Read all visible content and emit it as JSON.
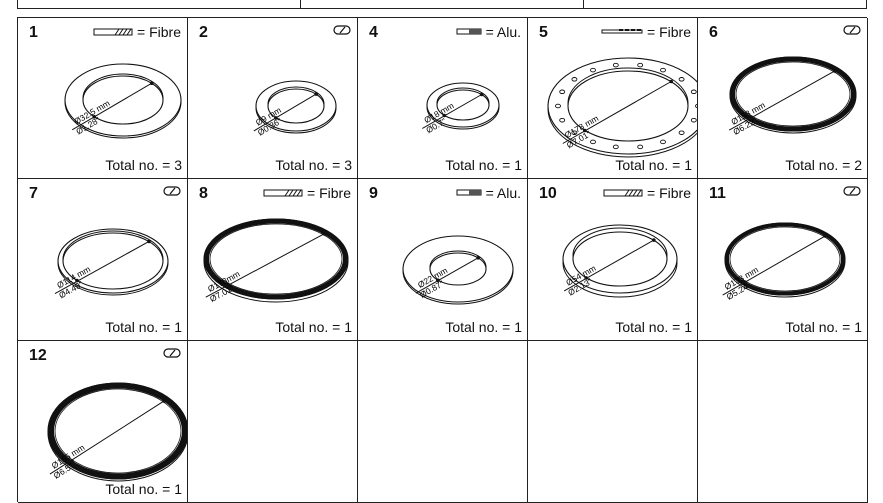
{
  "items": [
    {
      "number": "1",
      "material": "= Fibre",
      "icon": "fibre-section-icon",
      "d1": "Ø32.5 mm",
      "d2": "Ø1.28\"",
      "total": "Total no. = 3"
    },
    {
      "number": "2",
      "material": "",
      "icon": "round-section-icon",
      "d1": "Ø9 mm",
      "d2": "Ø0.36\"",
      "total": "Total no. = 3"
    },
    {
      "number": "4",
      "material": "= Alu.",
      "icon": "alu-section-icon",
      "d1": "Ø18 mm",
      "d2": "Ø0.7\"",
      "total": "Total no. = 1"
    },
    {
      "number": "5",
      "material": "= Fibre",
      "icon": "fibre-flat-section-icon",
      "d1": "Ø178 mm",
      "d2": "Ø7.01\"",
      "total": "Total no. = 1"
    },
    {
      "number": "6",
      "material": "",
      "icon": "round-section-icon",
      "d1": "Ø158 mm",
      "d2": "Ø6.22\"",
      "total": "Total no. = 2"
    },
    {
      "number": "7",
      "material": "",
      "icon": "round-section-icon",
      "d1": "Ø114 mm",
      "d2": "Ø4.49\"",
      "total": "Total no. = 1"
    },
    {
      "number": "8",
      "material": "= Fibre",
      "icon": "fibre-section-icon",
      "d1": "Ø178mm",
      "d2": "Ø7.01\"",
      "total": "Total no. = 1"
    },
    {
      "number": "9",
      "material": "= Alu.",
      "icon": "alu-section-icon",
      "d1": "Ø22 mm",
      "d2": "Ø0.87\"",
      "total": "Total no. = 1"
    },
    {
      "number": "10",
      "material": "= Fibre",
      "icon": "fibre-section-icon",
      "d1": "Ø54 mm",
      "d2": "Ø2.13\"",
      "total": "Total no. = 1"
    },
    {
      "number": "11",
      "material": "",
      "icon": "round-section-icon",
      "d1": "Ø133 mm",
      "d2": "Ø5.24",
      "total": "Total no. = 1"
    },
    {
      "number": "12",
      "material": "",
      "icon": "round-section-icon",
      "d1": "Ø165 mm",
      "d2": "Ø6.5\"",
      "total": "Total no. = 1"
    }
  ]
}
